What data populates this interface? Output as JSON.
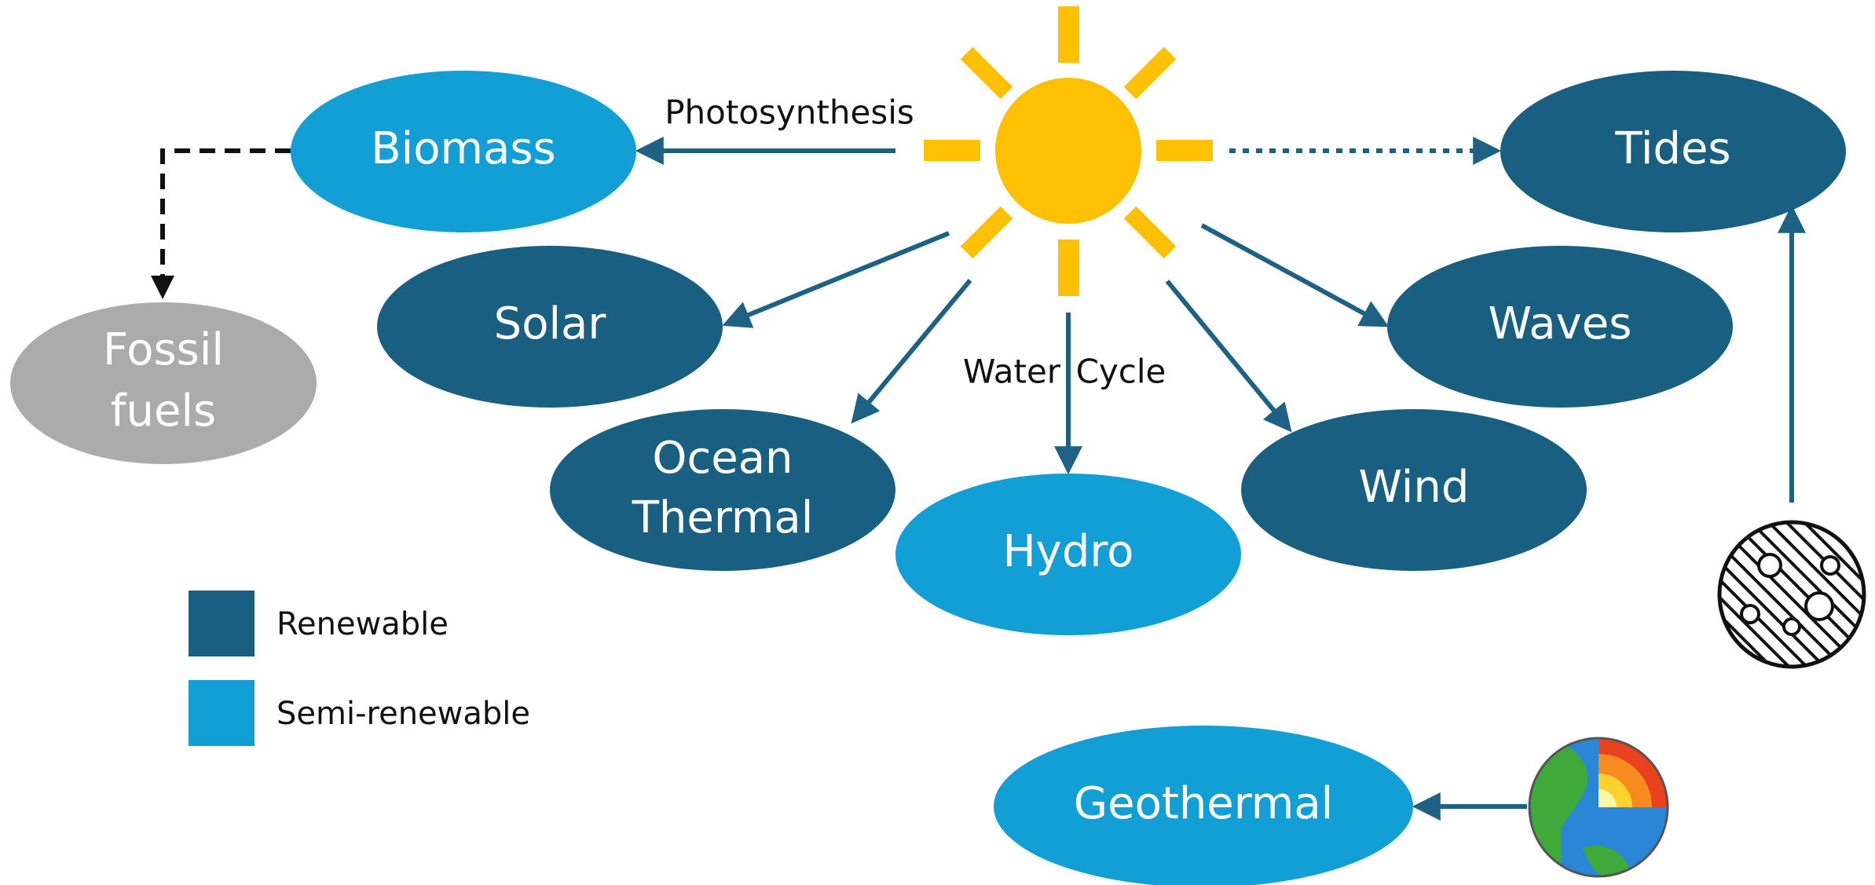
{
  "colors": {
    "renewable": "#185f82",
    "semi_renewable": "#129fd6",
    "fossil": "#ababab",
    "sun": "#fec002",
    "arrow": "#1d6285",
    "dashed_arrow": "#111111"
  },
  "nodes": {
    "biomass": {
      "label": "Biomass",
      "category": "semi-renewable"
    },
    "fossil_fuels": {
      "line1": "Fossil",
      "line2": "fuels",
      "category": "fossil"
    },
    "solar": {
      "label": "Solar",
      "category": "renewable"
    },
    "ocean_thermal": {
      "line1": "Ocean",
      "line2": "Thermal",
      "category": "renewable"
    },
    "hydro": {
      "label": "Hydro",
      "category": "semi-renewable"
    },
    "wind": {
      "label": "Wind",
      "category": "renewable"
    },
    "waves": {
      "label": "Waves",
      "category": "renewable"
    },
    "tides": {
      "label": "Tides",
      "category": "renewable"
    },
    "geothermal": {
      "label": "Geothermal",
      "category": "semi-renewable"
    }
  },
  "edge_labels": {
    "photosynthesis": "Photosynthesis",
    "water": "Water",
    "cycle": "Cycle"
  },
  "legend": [
    {
      "label": "Renewable",
      "color_key": "renewable"
    },
    {
      "label": "Semi-renewable",
      "color_key": "semi_renewable"
    }
  ],
  "icons": {
    "sun": "sun-icon",
    "moon": "moon-icon",
    "earth_core": "earth-core-icon"
  }
}
